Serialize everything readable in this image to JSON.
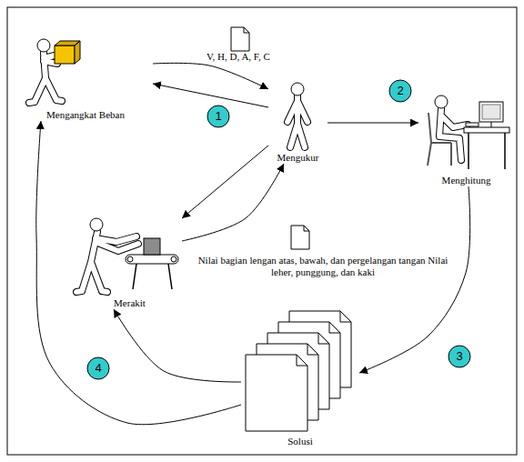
{
  "diagram": {
    "nodes": [
      {
        "text": [
          "Mengangkat Beban"
        ]
      },
      {
        "text": [
          "Mengukur"
        ]
      },
      {
        "text": [
          "Menghitung"
        ]
      },
      {
        "text": [
          "Merakit"
        ]
      },
      {
        "text": [
          "Solusi"
        ]
      }
    ],
    "edges": [
      {
        "from": 1,
        "to": 0,
        "arrow": "to"
      },
      {
        "from": 0,
        "to": 1,
        "label": "V, H, D, A, F, C",
        "arrow": "to"
      },
      {
        "from": 1,
        "to": 3,
        "arrow": "to"
      },
      {
        "from": 3,
        "to": 1,
        "label": "Nilai bagian lengan atas, bawah, dan pergelangan tangan Nilai leher, punggung, dan kaki",
        "arrow": "to"
      },
      {
        "from": 1,
        "to": 2,
        "arrow": "to"
      },
      {
        "from": 2,
        "to": 4,
        "arrow": "to"
      },
      {
        "from": 4,
        "to": 0,
        "arrow": "to"
      },
      {
        "from": 4,
        "to": 3,
        "arrow": "to"
      }
    ],
    "labels": [
      "1",
      "2",
      "3",
      "4"
    ]
  }
}
